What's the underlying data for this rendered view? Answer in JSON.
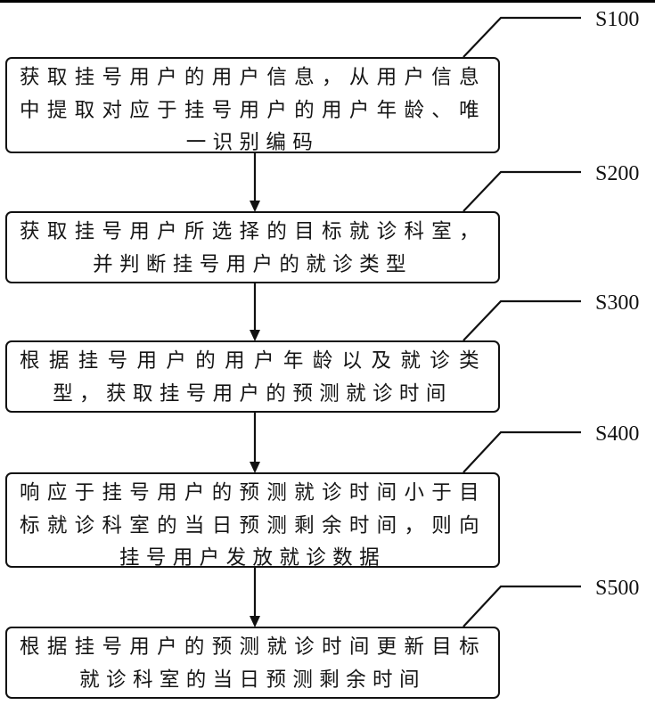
{
  "diagram": {
    "type": "flowchart",
    "direction": "top-to-bottom",
    "steps": [
      {
        "id": "S100",
        "label": "S100",
        "text": "获取挂号用户的用户信息，从用户信息中提取对应于挂号用户的用户年龄、唯一识别编码"
      },
      {
        "id": "S200",
        "label": "S200",
        "text": "获取挂号用户所选择的目标就诊科室，并判断挂号用户的就诊类型"
      },
      {
        "id": "S300",
        "label": "S300",
        "text": "根据挂号用户的用户年龄以及就诊类型，获取挂号用户的预测就诊时间"
      },
      {
        "id": "S400",
        "label": "S400",
        "text": "响应于挂号用户的预测就诊时间小于目标就诊科室的当日预测剩余时间，则向挂号用户发放就诊数据"
      },
      {
        "id": "S500",
        "label": "S500",
        "text": "根据挂号用户的预测就诊时间更新目标就诊科室的当日预测剩余时间"
      }
    ],
    "edges": [
      {
        "from": "S100",
        "to": "S200"
      },
      {
        "from": "S200",
        "to": "S300"
      },
      {
        "from": "S300",
        "to": "S400"
      },
      {
        "from": "S400",
        "to": "S500"
      }
    ],
    "colors": {
      "stroke": "#111111",
      "background": "#ffffff",
      "text": "#151515"
    }
  }
}
